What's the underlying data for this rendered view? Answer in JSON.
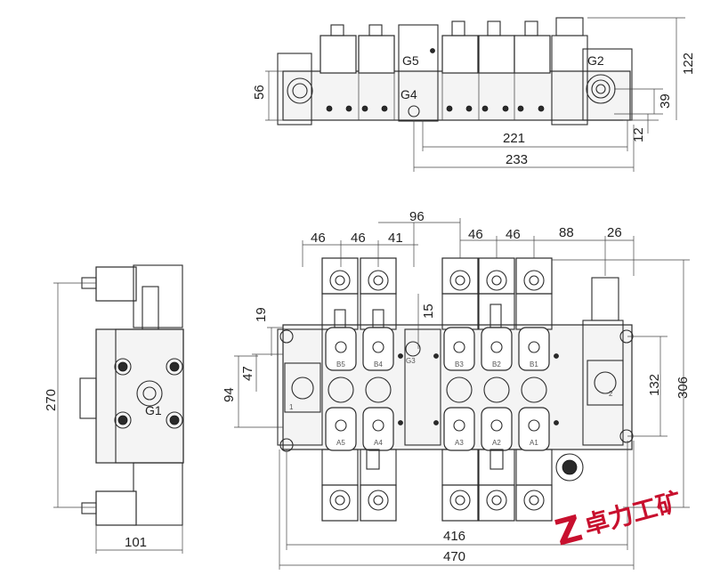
{
  "top_view": {
    "ports": [
      "G5",
      "G4",
      "G2"
    ],
    "dims": {
      "d56": "56",
      "d122": "122",
      "d39": "39",
      "d12": "12",
      "d221": "221",
      "d233": "233"
    }
  },
  "side_view": {
    "port": "G1",
    "dims": {
      "d270": "270",
      "d101": "101"
    }
  },
  "front_view": {
    "dims": {
      "d46a": "46",
      "d46b": "46",
      "d41": "41",
      "d96": "96",
      "d46c": "46",
      "d46d": "46",
      "d88": "88",
      "d26": "26",
      "d19": "19",
      "d47": "47",
      "d94": "94",
      "d15": "15",
      "d132": "132",
      "d306": "306",
      "d416": "416",
      "d470": "470"
    },
    "section_labels_top": [
      "B5",
      "B4",
      "B3",
      "B2",
      "B1"
    ],
    "section_labels_bottom": [
      "A5",
      "A4",
      "A3",
      "A2",
      "A1"
    ],
    "port_labels": {
      "inlet": "1",
      "outlet": "2",
      "center": "G3"
    }
  },
  "logo": {
    "text": "卓力工矿",
    "mark": "Z",
    "brand_color": "#c8102e"
  }
}
